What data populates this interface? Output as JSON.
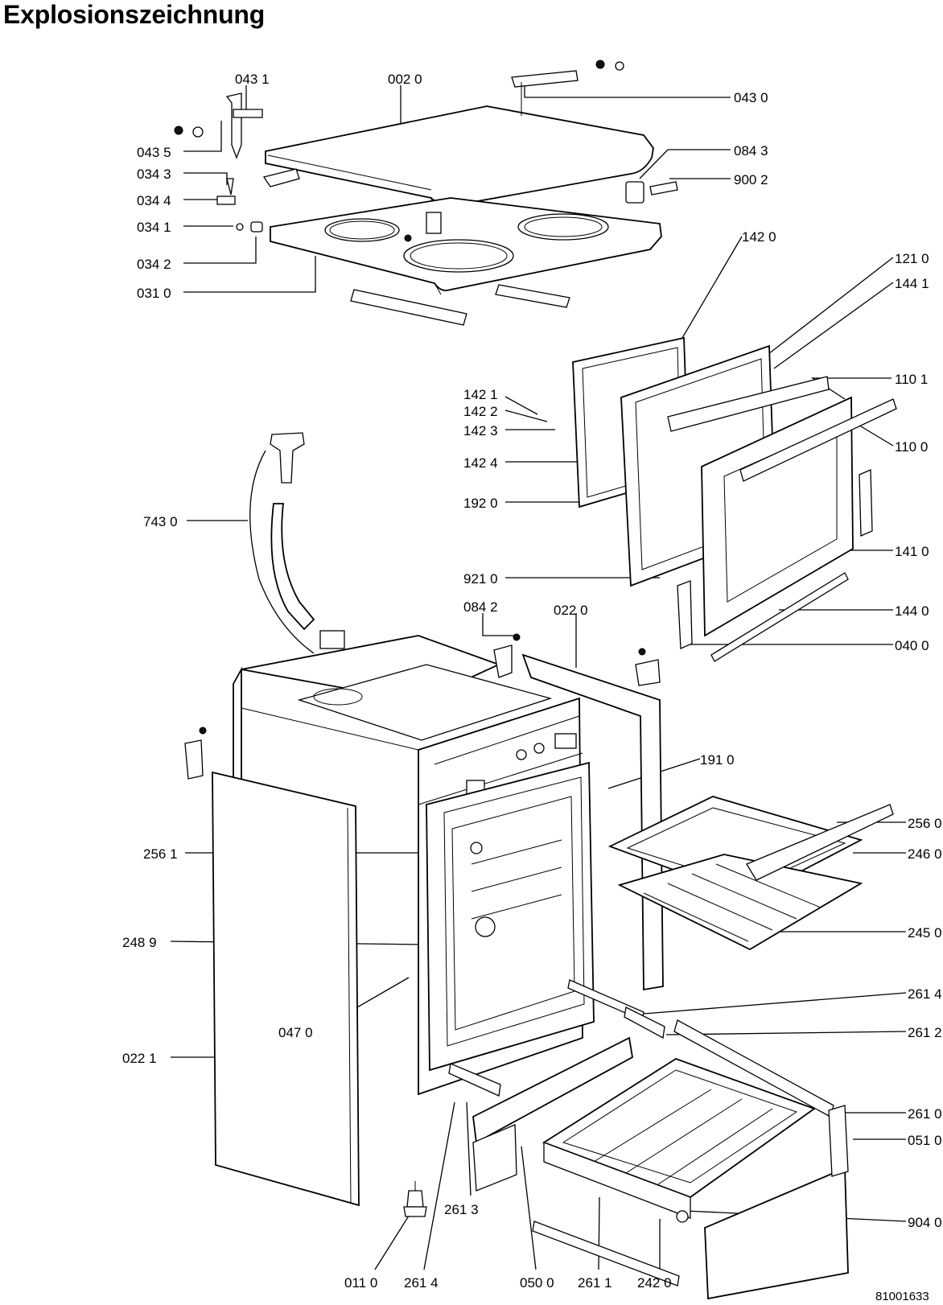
{
  "title": "Explosionszeichnung",
  "doc_number": "81001633",
  "callouts": {
    "c0431": "043 1",
    "c0020": "002 0",
    "c0430": "043 0",
    "c0435": "043 5",
    "c0343": "034 3",
    "c0843": "084 3",
    "c0344": "034 4",
    "c9002": "900 2",
    "c0341": "034 1",
    "c0342": "034 2",
    "c0310": "031 0",
    "c1420": "142 0",
    "c1210": "121 0",
    "c1441": "144 1",
    "c1421": "142 1",
    "c1101": "110 1",
    "c1422": "142 2",
    "c1423": "142 3",
    "c1100": "110 0",
    "c1424": "142 4",
    "c7430": "743 0",
    "c1920": "192 0",
    "c1410": "141 0",
    "c9210": "921 0",
    "c0842": "084 2",
    "c0220": "022  0",
    "c1440": "144 0",
    "c0400": "040 0",
    "c1910": "191 0",
    "c2560": "256 0",
    "c2561": "256 1",
    "c2460": "246 0",
    "c2450": "245 0",
    "c2489": "248  9",
    "c2614a": "261 4",
    "c0470": "047 0",
    "c2612": "261 2",
    "c0221": "022  1",
    "c2610": "261 0",
    "c0510": "051 0",
    "c2613": "261 3",
    "c9040": "904 0",
    "c0110": "011  0",
    "c2614b": "261 4",
    "c0500": "050 0",
    "c2611": "261 1",
    "c2420": "242 0"
  }
}
